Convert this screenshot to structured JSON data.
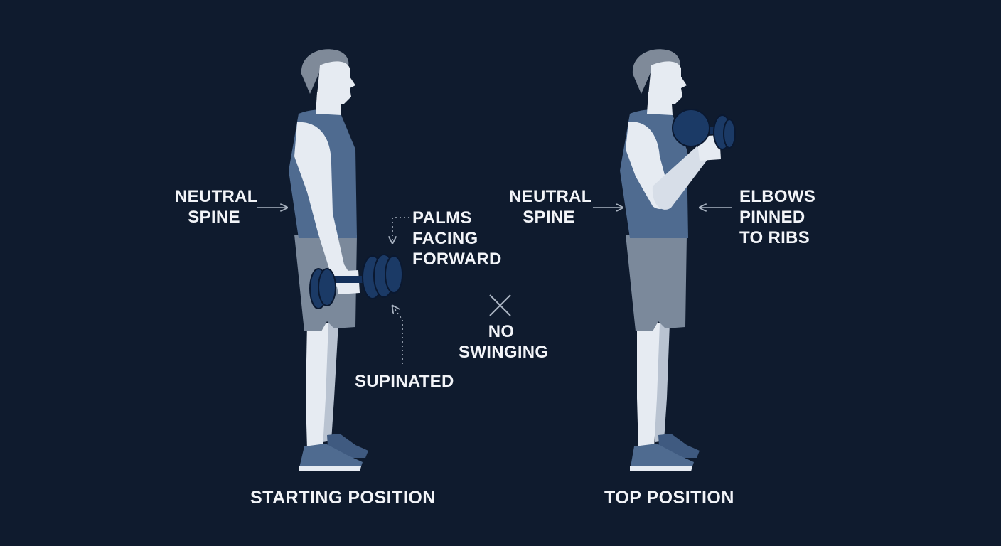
{
  "colors": {
    "background": "#0f1b2e",
    "skin": "#e6ebf2",
    "skin_shade": "#b9c3d1",
    "hair": "#7f8a99",
    "tank_top": "#4f6b90",
    "shorts": "#7b899b",
    "shoes": "#4f6b90",
    "dumbbell": "#1b3a66",
    "arrow": "#aab4c2",
    "text": "#f2f4f8"
  },
  "labels": {
    "neutral_spine_left": [
      "NEUTRAL",
      "SPINE"
    ],
    "palms_facing_forward": [
      "PALMS",
      "FACING",
      "FORWARD"
    ],
    "supinated": "SUPINATED",
    "no_swinging": [
      "NO",
      "SWINGING"
    ],
    "neutral_spine_right": [
      "NEUTRAL",
      "SPINE"
    ],
    "elbows_pinned": [
      "ELBOWS",
      "PINNED",
      "TO RIBS"
    ]
  },
  "captions": {
    "start": "STARTING POSITION",
    "top": "TOP POSITION"
  },
  "icons": {
    "no_swinging_mark": "x-icon",
    "arrows": "arrow-icon"
  }
}
